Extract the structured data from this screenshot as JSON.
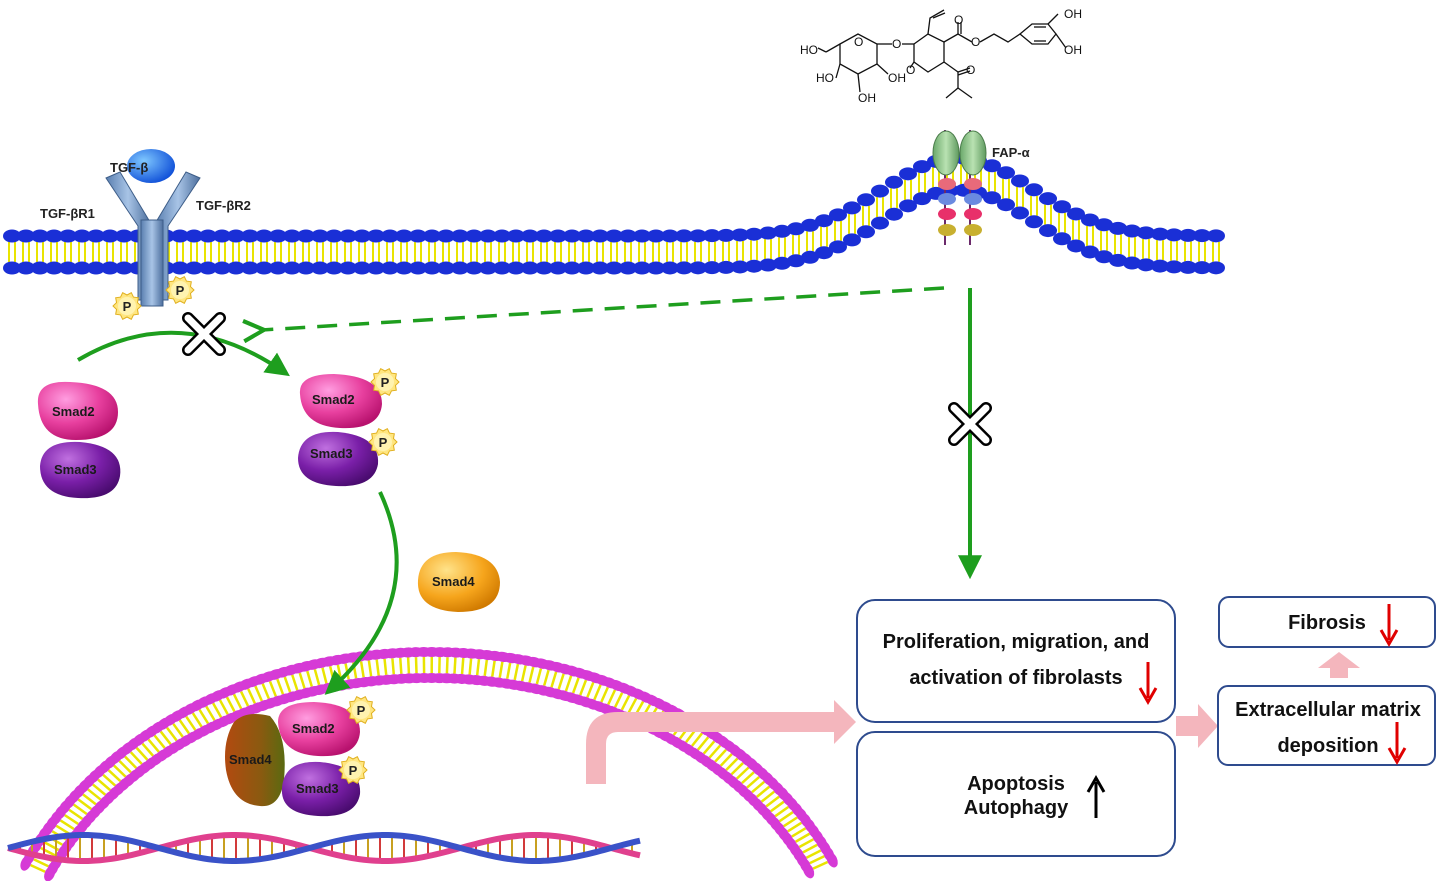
{
  "receptor": {
    "ligand": "TGF-β",
    "r1": "TGF-βR1",
    "r2": "TGF-βR2",
    "p": "P"
  },
  "fap": {
    "label": "FAP-α"
  },
  "compound": {
    "labels": [
      "OH",
      "OH",
      "HO",
      "O",
      "O",
      "O",
      "O",
      "O",
      "HO",
      "OH",
      "OH",
      "O"
    ]
  },
  "smads": {
    "smad2": "Smad2",
    "smad3": "Smad3",
    "smad4": "Smad4"
  },
  "boxes": {
    "proliferation_line1": "Proliferation, migration, and",
    "proliferation_line2": "activation of fibrolasts",
    "apoptosis": "Apoptosis",
    "autophagy": "Autophagy",
    "fibrosis": "Fibrosis",
    "ecm_line1": "Extracellular matrix",
    "ecm_line2": "deposition"
  },
  "colors": {
    "pathway_green": "#1e9e1e",
    "membrane_blue": "#1a2fd6",
    "membrane_yellow": "#e9e400",
    "nuclear_pink": "#d63ad6",
    "box_border": "#2e4b8e",
    "down_arrow": "#e00000",
    "flow_pink": "#f4b6bd"
  }
}
